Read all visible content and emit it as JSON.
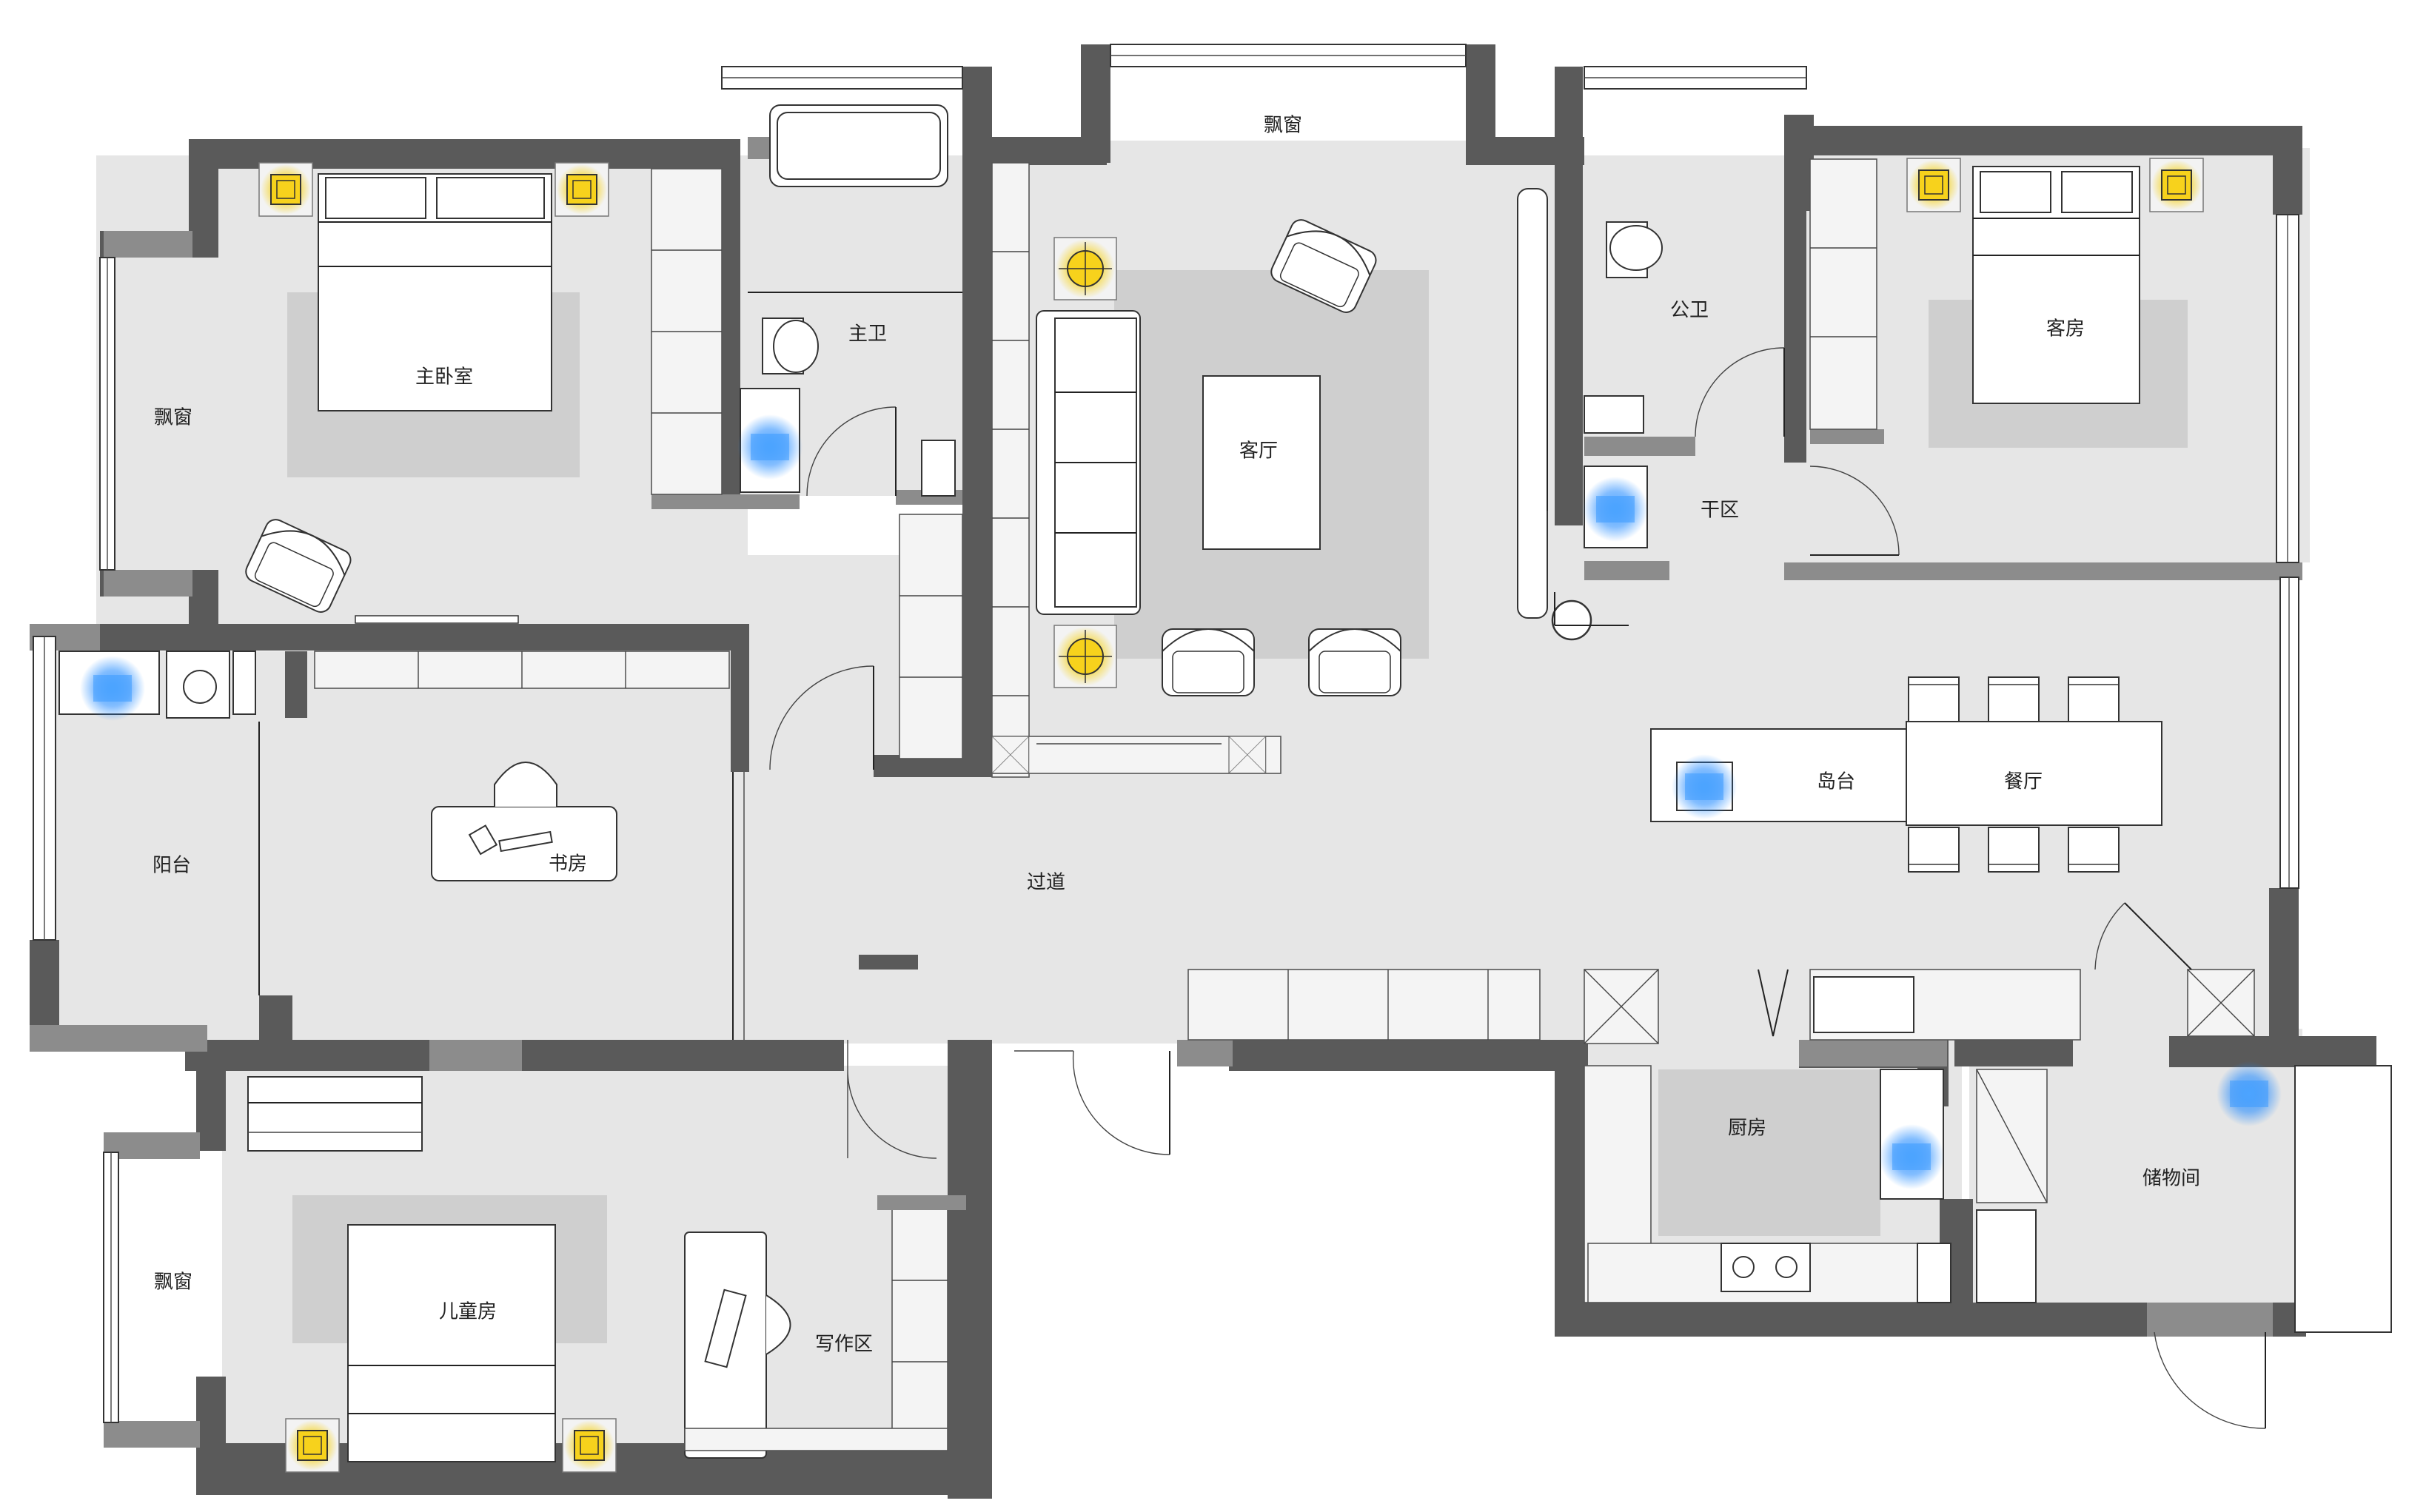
{
  "rooms": {
    "master_bedroom": "主卧室",
    "master_bath": "主卫",
    "bay_window_left_top": "飘窗",
    "bay_window_top": "飘窗",
    "bay_window_left_bottom": "飘窗",
    "living_room": "客厅",
    "guest_bath": "公卫",
    "guest_room": "客房",
    "dry_area": "干区",
    "balcony": "阳台",
    "study": "书房",
    "hallway": "过道",
    "island": "岛台",
    "dining": "餐厅",
    "kitchen": "厨房",
    "storage": "储物间",
    "kids_room": "儿童房",
    "writing_area": "写作区"
  },
  "colors": {
    "wall": "#5a5a5a",
    "wall_light": "#8c8c8c",
    "floor": "#e6e6e6",
    "rug": "#cfcfcf",
    "light_marker": "#f5c400",
    "water_marker": "#1e88ff"
  },
  "icons": {
    "light": "ceiling-light-icon",
    "water": "water-point-icon"
  }
}
